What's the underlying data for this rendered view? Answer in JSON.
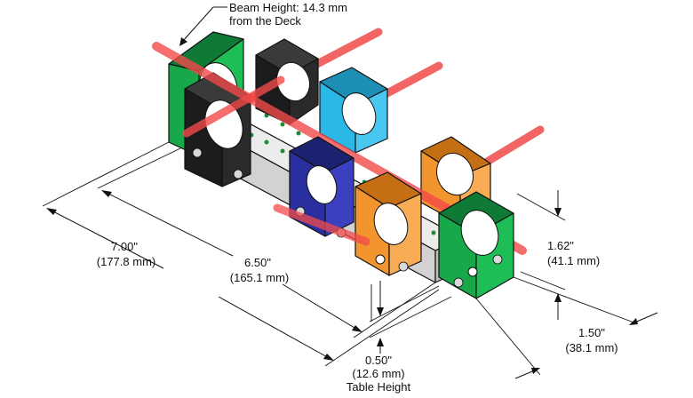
{
  "annotations": {
    "beam_height_line1": "Beam Height: 14.3 mm",
    "beam_height_line2": "from the Deck",
    "dim_700_in": "7.00\"",
    "dim_700_mm": "(177.8 mm)",
    "dim_650_in": "6.50\"",
    "dim_650_mm": "(165.1 mm)",
    "dim_050_in": "0.50\"",
    "dim_050_mm": "(12.6 mm)",
    "dim_050_caption": "Table Height",
    "dim_162_in": "1.62\"",
    "dim_162_mm": "(41.1 mm)",
    "dim_150_in": "1.50\"",
    "dim_150_mm": "(38.1 mm)"
  },
  "colors": {
    "green": "#17a84a",
    "black": "#1c1c1c",
    "cyan": "#2ab8e6",
    "navy": "#2a2fa0",
    "orange": "#f2952e",
    "rail": "#dcdcdc",
    "rod": "#f24a4a"
  }
}
